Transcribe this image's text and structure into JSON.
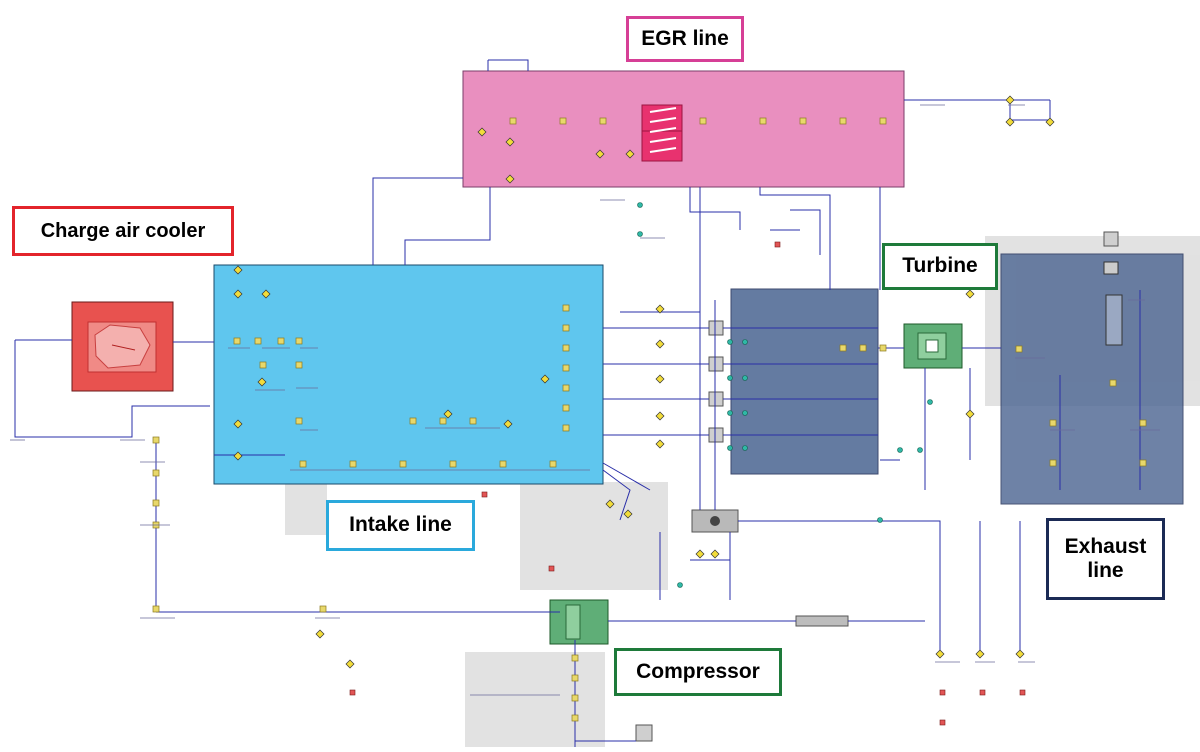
{
  "labels": {
    "egr": "EGR line",
    "charge_air_cooler": "Charge air cooler",
    "turbine": "Turbine",
    "intake": "Intake line",
    "exhaust_line1": "Exhaust",
    "exhaust_line2": "line",
    "compressor": "Compressor"
  },
  "colors": {
    "egr_fill": "#e98fbf",
    "egr_border": "#d63f96",
    "cooler_fill": "#e8524f",
    "cooler_border": "#e3242b",
    "intake_fill": "#5fc6ee",
    "intake_border": "#2aa9dc",
    "exhaust_fill": "#4a6491",
    "exhaust_border": "#1b2a55",
    "turbine_fill": "#5fae77",
    "green_border": "#1e7a3a",
    "grey_region": "#d8d8d8",
    "wire": "#2a2fa8"
  }
}
